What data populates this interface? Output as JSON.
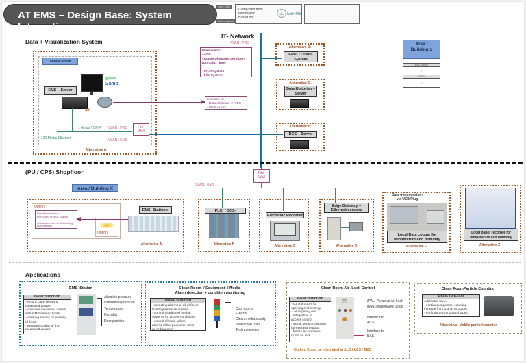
{
  "header": {
    "title": "AT EMS – Design Base: System Integration",
    "index_label": "Index: 0001",
    "status_label": "Status: Typical",
    "composed_text": "Composed from\nInformation\nBased on:",
    "logo_text": "ESHMS"
  },
  "it_section": {
    "title": "Data + Visualization System",
    "network_title": "IT- Network",
    "vlan_pro": "VLAN : PRO",
    "server_room": "Server Room",
    "ems_server": "EMS – Server",
    "multiplier": "2x",
    "link_1gb": "1 Gbit/s TCP/IP",
    "link_100mb": "100 Mbit/s Ethernet",
    "vlan_pro_local": "VLAN : PRO",
    "vlan_ems_local": "VLAN : EMS",
    "firewall": "Fire-\nWall",
    "alt_a": "Alternative A",
    "interface_ads": "Interface to:\n- ADS\n«Active Directory Services»\n (Domain, Time)\n\n- Print System\n- File System",
    "interface_hist": "Interface to:\n- Data Historian -> YES\n- MES -> NO",
    "alt_d_label": "Alternative D:",
    "erp": "ERP- / Cloud-\nSystem",
    "alt_c_label": "Alternative C:",
    "historian": "Data Historian –\nServer",
    "alt_b_label": "Alternative B:",
    "dcs": "DCS – Server",
    "area_building": "Area /\nBuilding x",
    "table": [
      {
        "header": "EMS Station",
        "value": "?"
      },
      {
        "header": "TAG's",
        "value": "?"
      }
    ]
  },
  "shopfloor": {
    "title": "(PU / CPS) Shopfloor",
    "area_building": "Area / Building X",
    "vlan_ems": "VLAN : EMS",
    "firewall": "Fire-\nWall",
    "option_label": "Option:",
    "option_text": "Signaltransmission\nfrom EMS- to BAS- Station\n\n- Measurements for Controlling\n  Alarmsignals",
    "option_sub": "Option",
    "ems_station": "EMS- Station x",
    "alt_a": "Alternative A",
    "plc": "PLC- / DCS- Controller",
    "alt_b": "Alternative B",
    "recorder": "Electronic Recorder",
    "alt_c": "Alternative C",
    "edge": "Edge Gateway +\nEthernet sensors",
    "alt_d": "Alternative D",
    "usb_note": "Data transmission:\nvia USB Plug",
    "logger": "Local Data Logger for\ntemperature and humidity",
    "alt_e": "Alternative E",
    "paper": "Local paper recorder for\ntemperature and humidity",
    "alt_z": "Alternative Z"
  },
  "applications": {
    "title": "Applications",
    "ems_station": {
      "title": "EMS- Station",
      "bf_head": "Basic function",
      "bf_body": "- record GMP relevant\n  measured values\n- compare measured values\n  with GMP defined limits\n- creating alarms by passing\n  of limits\n- evaluate quality of the\n  measured values",
      "measures": [
        "Absolute pressure",
        "Differential pressure",
        "Temperature",
        "Humidity",
        "Door position"
      ]
    },
    "alarm": {
      "title": "Clean Room- / Equipment- / Media-\nAlarm detection + condition monitoring",
      "bf_head": "Basic function",
      "bf_body": "- detecting alarms of all defined\n  GMP systems as master\n- control distributed media\n  systems for proper conditions\n- control of main failure\n  alarms of the poduction units\n  as redundancy",
      "targets": [
        "Cool rooms",
        "Freezer",
        "Clean media supply",
        "Production units",
        "Testing devices"
      ]
    },
    "airlock": {
      "title": "Clean Room Air- Lock Control",
      "bf_head": "Basic function",
      "bf_body": "- control doors for\n  opening and closing,\n  + emergency exit\n- integration of\n  access control\n- signal lamp or displays\n  for operation status\n- freeze air pressure\n  in the air lock.",
      "pal": "(PAL) Personal Air Lock",
      "mal": "(MAL) Material Air Lock",
      "acs": "Interface to\nACS",
      "bas": "Interface to\nBAS",
      "option": "Option: Could be integrated in ALC / ACS / BMS"
    },
    "particle": {
      "title": "Clean RoomParticle Counting",
      "bf_head": "Basic function",
      "bf_body": "Additional to A.:\n- continuous particel counting\n  in range from 0.3 up to 10 µm\n- conform to ISO 14644/ 21501",
      "alternative": "Alternative: Mobile particel counter"
    }
  },
  "colors": {
    "blue_network": "#1d6fa8",
    "green_ems": "#3a8a6a",
    "alt_border": "#9a5a2a",
    "interface_purple": "#8a3a7a",
    "area_blue": "#7fa4db"
  }
}
